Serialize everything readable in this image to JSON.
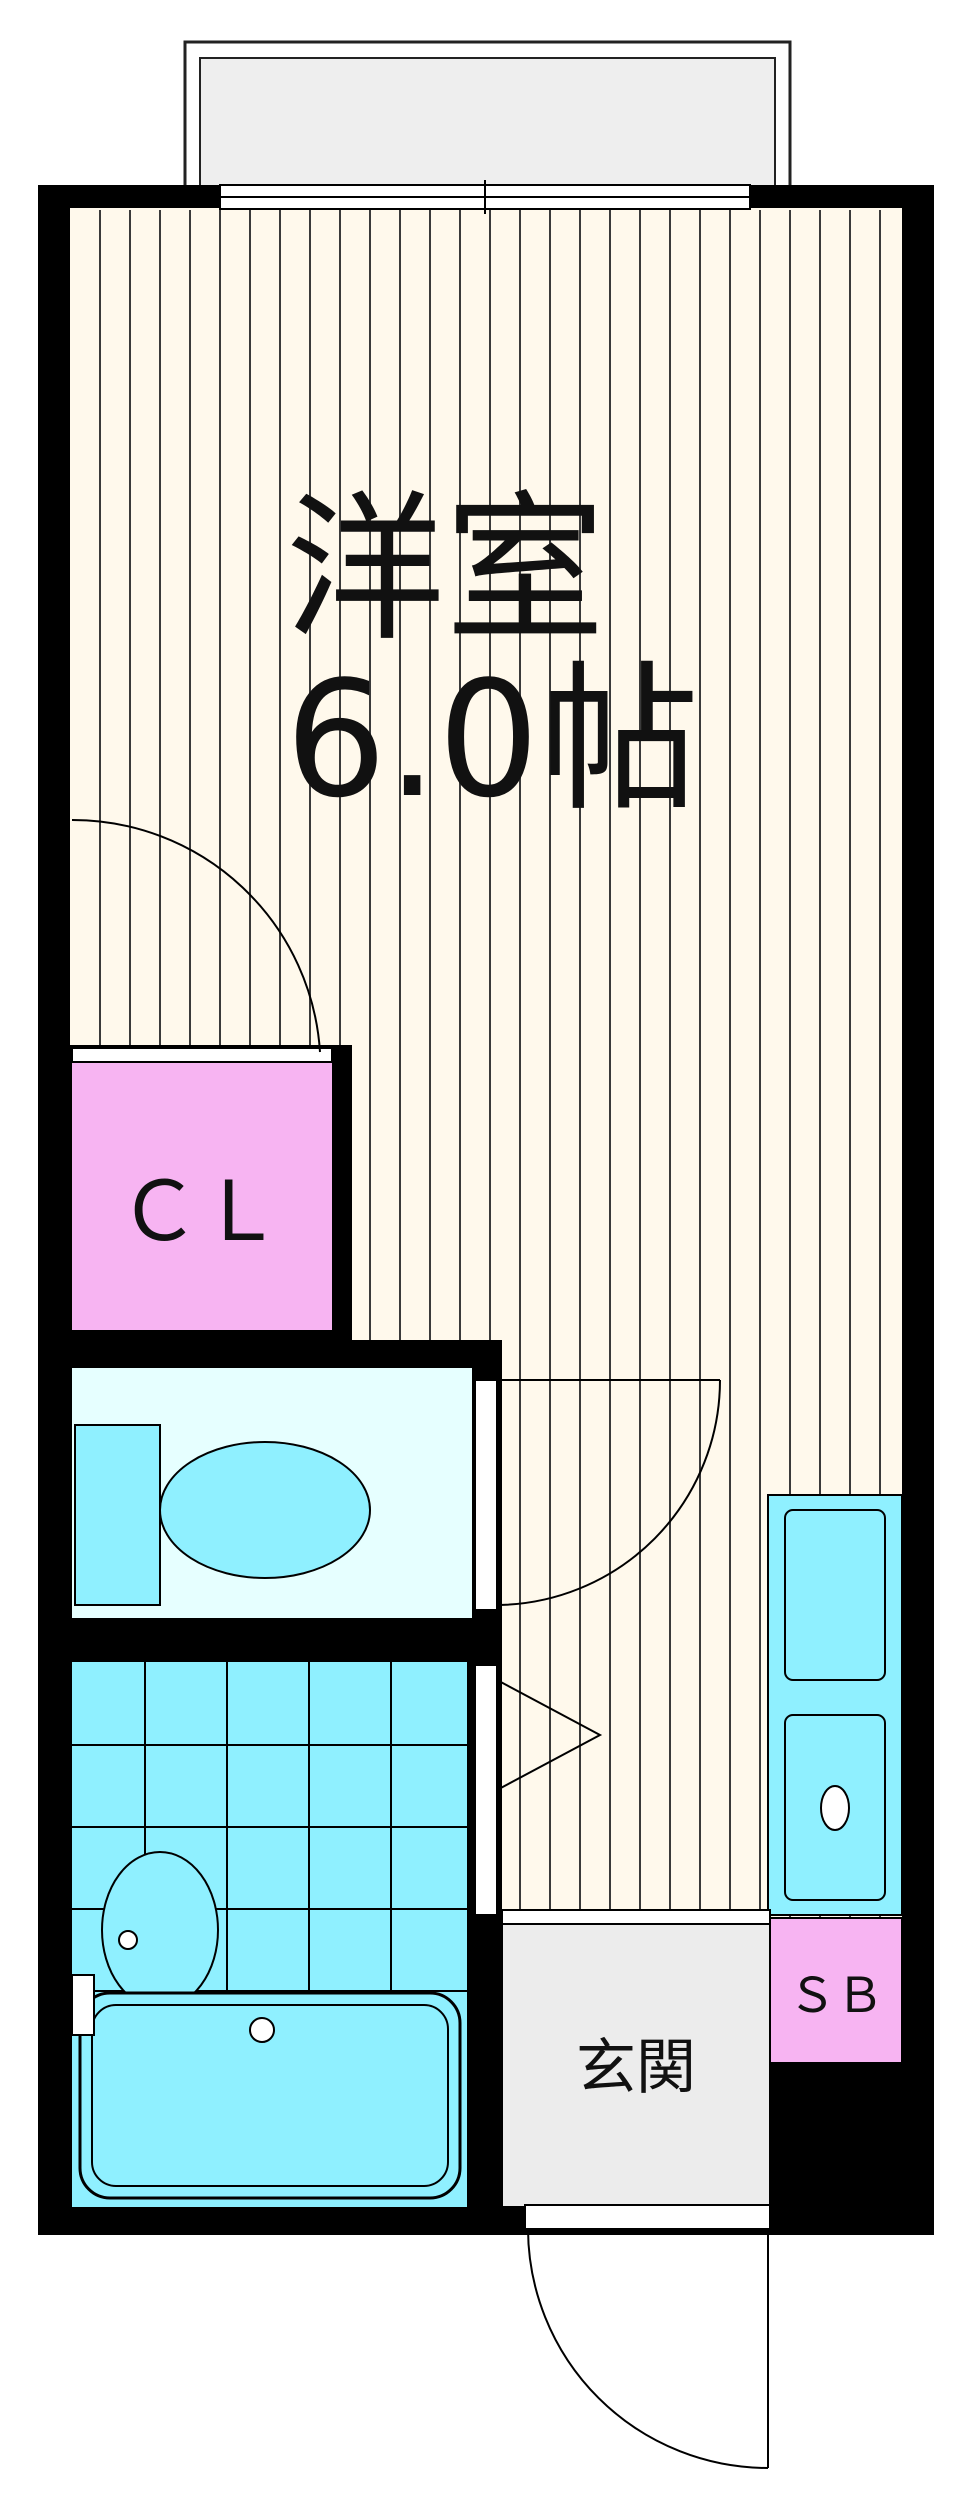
{
  "rooms": {
    "western_room": {
      "name": "洋室",
      "size": "6.0帖"
    },
    "closet": {
      "label": "ＣＬ"
    },
    "shoe_box": {
      "label": "ＳＢ"
    },
    "entrance": {
      "label": "玄関"
    }
  },
  "colors": {
    "wall": "#000000",
    "room_floor": "#fff9ec",
    "floor_stripe": "#3a3a3a",
    "closet": "#f7b4f2",
    "shoe_box": "#f7b4f2",
    "toilet_room": "#e6ffff",
    "fixture": "#8ff0ff",
    "bathroom": "#8ff0ff",
    "entrance": "#ececec",
    "balcony": "#eeeeee"
  }
}
